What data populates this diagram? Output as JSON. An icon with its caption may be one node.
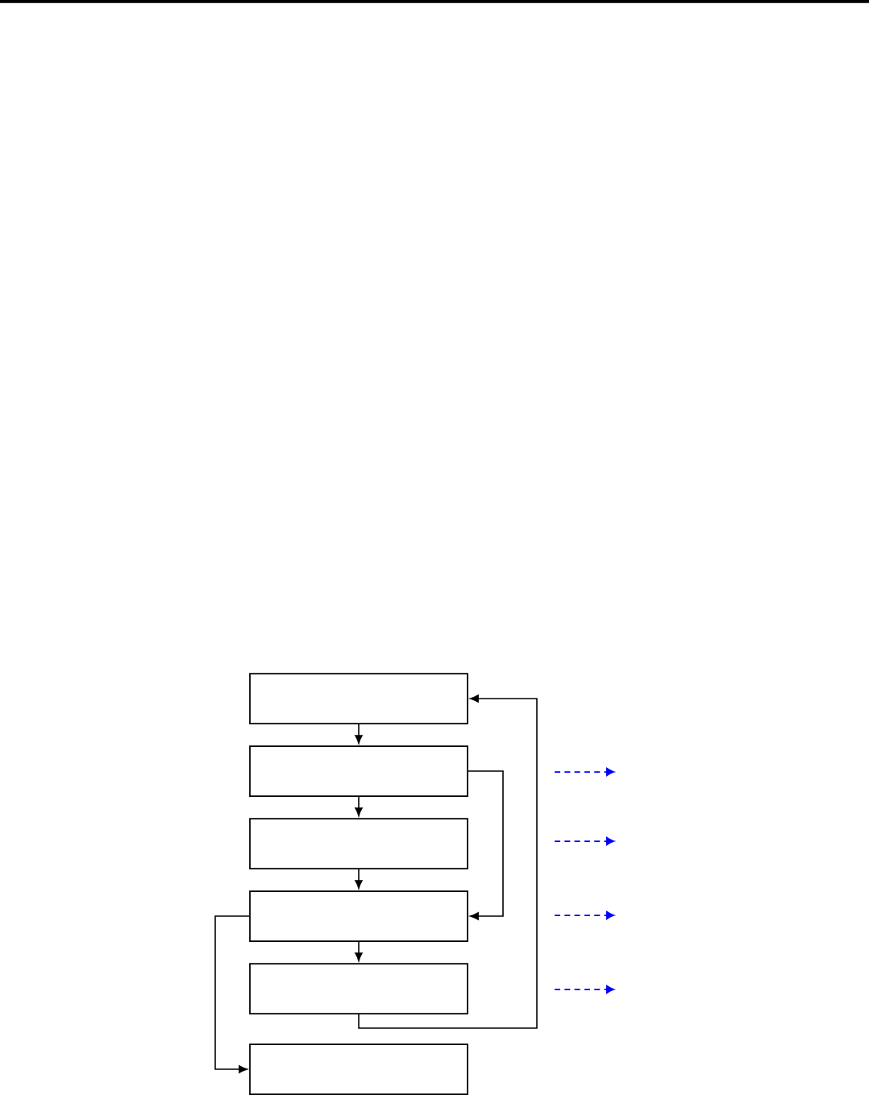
{
  "diagram": {
    "nodes": [
      {
        "text": [],
        "shape": "box"
      },
      {
        "text": [],
        "shape": "box"
      },
      {
        "text": [],
        "shape": "box"
      },
      {
        "text": [],
        "shape": "box"
      },
      {
        "text": [],
        "shape": "box"
      },
      {
        "text": [],
        "shape": "box"
      }
    ],
    "edges": [
      {
        "from": 0,
        "to": 1,
        "arrow": "to"
      },
      {
        "from": 1,
        "to": 2,
        "arrow": "to"
      },
      {
        "from": 2,
        "to": 3,
        "arrow": "to"
      },
      {
        "from": 3,
        "to": 4,
        "arrow": "to"
      },
      {
        "from": 1,
        "to": 3,
        "arrow": "to"
      },
      {
        "from": 4,
        "to": 0,
        "arrow": "to"
      },
      {
        "from": 3,
        "to": 5,
        "arrow": "to"
      }
    ]
  }
}
